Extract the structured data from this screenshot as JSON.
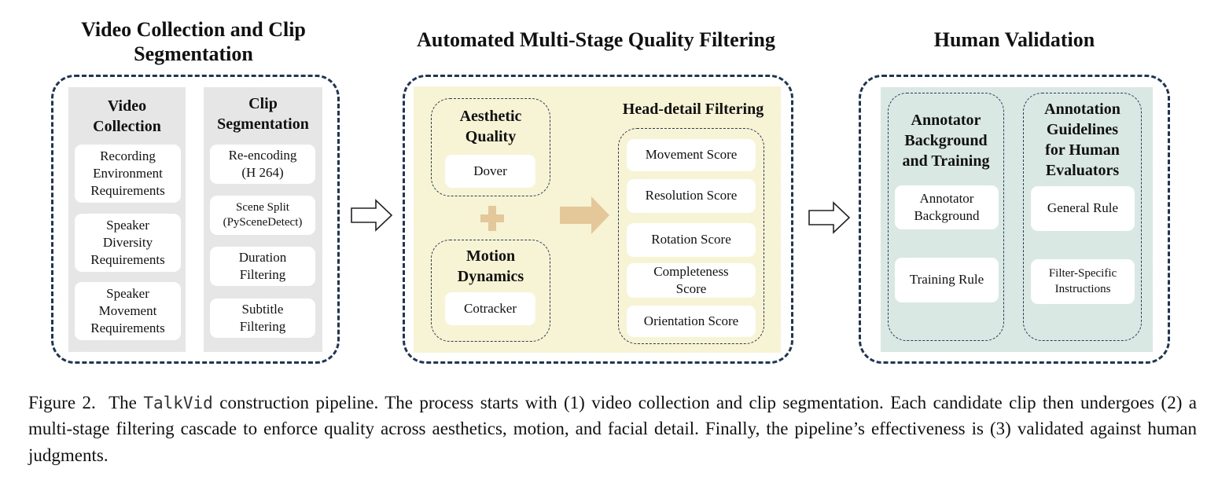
{
  "stage1": {
    "title_line1": "Video Collection and Clip",
    "title_line2": "Segmentation",
    "col1": {
      "header_line1": "Video",
      "header_line2": "Collection",
      "items": [
        [
          "Recording",
          "Environment",
          "Requirements"
        ],
        [
          "Speaker",
          "Diversity",
          "Requirements"
        ],
        [
          "Speaker",
          "Movement",
          "Requirements"
        ]
      ]
    },
    "col2": {
      "header_line1": "Clip",
      "header_line2": "Segmentation",
      "items": [
        [
          "Re-encoding",
          "(H 264)"
        ],
        [
          "Scene Split",
          "(PySceneDetect)"
        ],
        [
          "Duration",
          "Filtering"
        ],
        [
          "Subtitle",
          "Filtering"
        ]
      ]
    }
  },
  "stage2": {
    "title": "Automated Multi-Stage Quality Filtering",
    "aesthetic": {
      "header_line1": "Aesthetic",
      "header_line2": "Quality",
      "tool": "Dover"
    },
    "motion": {
      "header_line1": "Motion",
      "header_line2": "Dynamics",
      "tool": "Cotracker"
    },
    "head": {
      "header": "Head-detail Filtering",
      "items": [
        [
          "Movement Score"
        ],
        [
          "Resolution Score"
        ],
        [
          "Rotation Score"
        ],
        [
          "Completeness",
          "Score"
        ],
        [
          "Orientation Score"
        ]
      ]
    },
    "colors": {
      "panel": "#f7f4d6",
      "accent": "#e5c89a"
    }
  },
  "stage3": {
    "title": "Human Validation",
    "col1": {
      "header_line1": "Annotator",
      "header_line2": "Background",
      "header_line3": "and Training",
      "items": [
        [
          "Annotator",
          "Background"
        ],
        [
          "Training Rule"
        ]
      ]
    },
    "col2": {
      "header_line1": "Annotation",
      "header_line2": "Guidelines",
      "header_line3": "for Human",
      "header_line4": "Evaluators",
      "items": [
        [
          "General Rule"
        ],
        [
          "Filter-Specific",
          "Instructions"
        ]
      ]
    },
    "colors": {
      "panel": "#d9e8e3"
    }
  },
  "caption": {
    "prefix": "Figure 2.  The ",
    "name": "TalkVid",
    "text": " construction pipeline.  The process starts with (1) video collection and clip segmentation.  Each candidate clip then undergoes (2) a multi-stage filtering cascade to enforce quality across aesthetics, motion, and facial detail.  Finally, the pipeline’s effectiveness is (3) validated against human judgments."
  }
}
